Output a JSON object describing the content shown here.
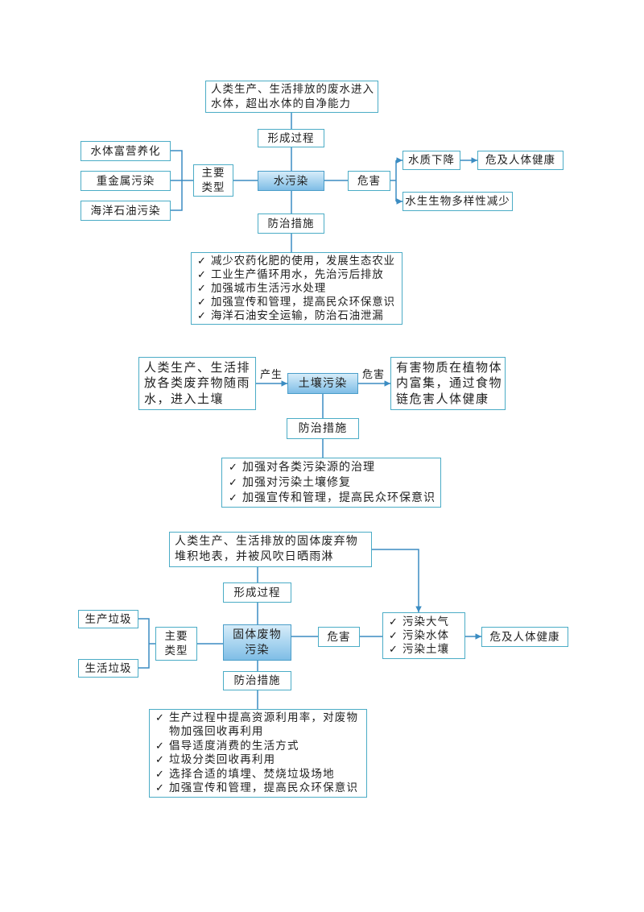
{
  "icons": {
    "measure_bullet": "check-icon"
  },
  "water_pollution": {
    "source": [
      "人类生产、生活排放的废水进入",
      "水体，超出水体的自净能力"
    ],
    "process_label": "形成过程",
    "center": "水污染",
    "types_label": [
      "主要",
      "类型"
    ],
    "types": [
      "水体富营养化",
      "重金属污染",
      "海洋石油污染"
    ],
    "harm_label": "危害",
    "harms": [
      "水质下降",
      "水生生物多样性减少"
    ],
    "harm_result": "危及人体健康",
    "measures_label": "防治措施",
    "measures": [
      "减少农药化肥的使用，发展生态农业",
      "工业生产循环用水，先治污后排放",
      "加强城市生活污水处理",
      "加强宣传和管理，提高民众环保意识",
      "海洋石油安全运输，防治石油泄漏"
    ]
  },
  "soil_pollution": {
    "source": [
      "人类生产、生活排",
      "放各类废弃物随雨",
      "水，进入土壤"
    ],
    "cause_label": "产生",
    "center": "土壤污染",
    "harm_label": "危害",
    "harm": [
      "有害物质在植物体",
      "内富集，通过食物",
      "链危害人体健康"
    ],
    "measures_label": "防治措施",
    "measures": [
      "加强对各类污染源的治理",
      "加强对污染土壤修复",
      "加强宣传和管理，提高民众环保意识"
    ]
  },
  "solid_waste_pollution": {
    "source": [
      "人类生产、生活排放的固体废弃物",
      "堆积地表，并被风吹日晒雨淋"
    ],
    "process_label": "形成过程",
    "center": [
      "固体废物",
      "污染"
    ],
    "types_label": [
      "主要",
      "类型"
    ],
    "types": [
      "生产垃圾",
      "生活垃圾"
    ],
    "harm_label": "危害",
    "harms": [
      "污染大气",
      "污染水体",
      "污染土壤"
    ],
    "harm_result": "危及人体健康",
    "measures_label": "防治措施",
    "measures": [
      [
        "生产过程中提高资源利用率，对废物",
        "物加强回收再利用"
      ],
      [
        "倡导适度消费的生活方式"
      ],
      [
        "垃圾分类回收再利用"
      ],
      [
        "选择合适的填埋、焚烧垃圾场地"
      ],
      [
        "加强宣传和管理，提高民众环保意识"
      ]
    ]
  }
}
